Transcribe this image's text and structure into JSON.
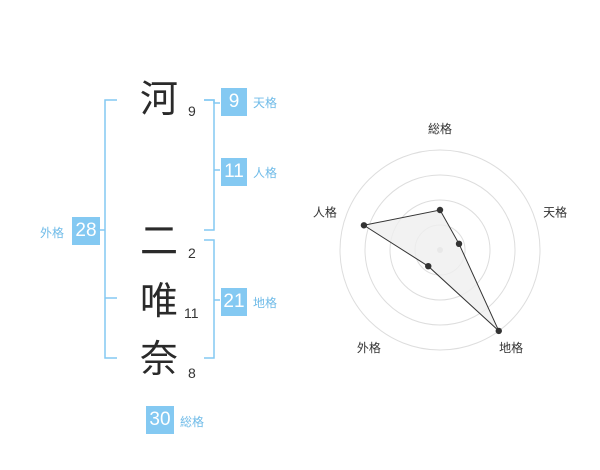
{
  "name": {
    "chars": [
      {
        "char": "河",
        "strokes": "9"
      },
      {
        "char": "二",
        "strokes": "2"
      },
      {
        "char": "唯",
        "strokes": "11"
      },
      {
        "char": "奈",
        "strokes": "8"
      }
    ]
  },
  "fortune": {
    "tenkaku": {
      "value": "9",
      "label": "天格"
    },
    "jinkaku": {
      "value": "11",
      "label": "人格"
    },
    "chikaku": {
      "value": "21",
      "label": "地格"
    },
    "gaikaku": {
      "value": "28",
      "label": "外格"
    },
    "soukaku": {
      "value": "30",
      "label": "総格"
    }
  },
  "chart_data": {
    "type": "radar",
    "axes": [
      "総格",
      "天格",
      "地格",
      "外格",
      "人格"
    ],
    "values": [
      2,
      1,
      5,
      1,
      4
    ],
    "range": [
      0,
      5
    ],
    "rings": 4,
    "colors": {
      "line": "#333333",
      "fill": "#efefef",
      "point": "#333333",
      "grid": "#dddddd"
    }
  },
  "colors": {
    "accent": "#84c9f2",
    "accent_text": "#6fbbe8",
    "bracket": "#84c9f2"
  }
}
